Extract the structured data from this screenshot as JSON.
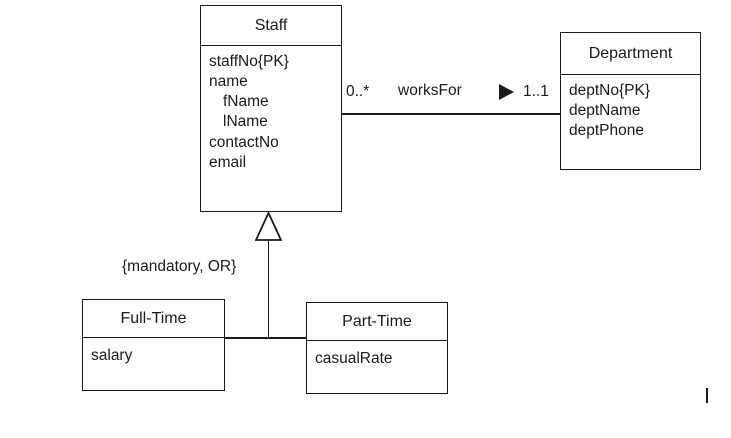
{
  "diagram": {
    "title": "UML class diagram: Staff / Department / Full-Time / Part-Time",
    "line_color": "#1a1a1a",
    "background": "#ffffff"
  },
  "classes": {
    "staff": {
      "name": "Staff",
      "attributes": [
        {
          "text": "staffNo{PK}",
          "indented": false
        },
        {
          "text": "name",
          "indented": false
        },
        {
          "text": "fName",
          "indented": true
        },
        {
          "text": "lName",
          "indented": true
        },
        {
          "text": "contactNo",
          "indented": false
        },
        {
          "text": "email",
          "indented": false
        }
      ]
    },
    "department": {
      "name": "Department",
      "attributes": [
        {
          "text": "deptNo{PK}",
          "indented": false
        },
        {
          "text": "deptName",
          "indented": false
        },
        {
          "text": "deptPhone",
          "indented": false
        }
      ]
    },
    "full_time": {
      "name": "Full-Time",
      "attributes": [
        {
          "text": "salary",
          "indented": false
        }
      ]
    },
    "part_time": {
      "name": "Part-Time",
      "attributes": [
        {
          "text": "casualRate",
          "indented": false
        }
      ]
    }
  },
  "association": {
    "name": "worksFor",
    "source_multiplicity": "0..*",
    "target_multiplicity": "1..1",
    "direction_arrow": "filled-right-triangle"
  },
  "generalization": {
    "constraint": "{mandatory, OR}",
    "arrow": "hollow-triangle"
  }
}
